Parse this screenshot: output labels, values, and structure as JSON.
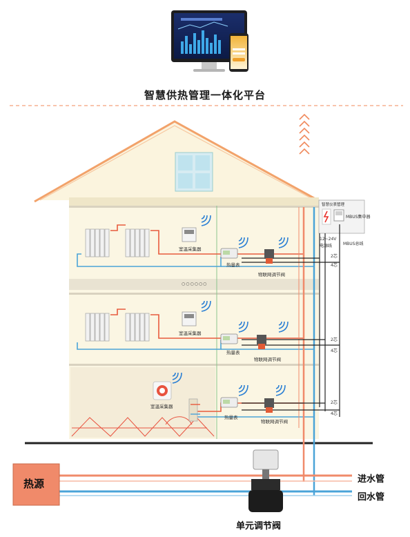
{
  "platform": {
    "title": "智慧供热管理一体化平台"
  },
  "floors": [
    {
      "room_collector": "室温采集器",
      "heat_meter": "热量表",
      "valve": "物联网调节阀",
      "wire_top": "2芯",
      "wire_bottom": "4芯"
    },
    {
      "room_collector": "室温采集器",
      "heat_meter": "热量表",
      "valve": "物联网调节阀",
      "wire_top": "2芯",
      "wire_bottom": "4芯"
    },
    {
      "room_collector": "室温采集器",
      "heat_meter": "热量表",
      "valve": "物联网调节阀",
      "wire_top": "2芯",
      "wire_bottom": "4芯"
    }
  ],
  "ellipsis": "○○○○○○",
  "control_box": {
    "title": "智慧仪表管理",
    "concentrator": "MBUS集中器",
    "power": "12~24V",
    "power_sub": "电源线",
    "bus": "MBUS总线"
  },
  "heat_source": "热源",
  "unit_valve": "单元调节阀",
  "pipes": {
    "inlet": "进水管",
    "return": "回水管"
  },
  "colors": {
    "hot": "#f47a55",
    "cold": "#4aa3d8",
    "roof": "#f5a46d",
    "wall": "#fbf6e3",
    "floor_heat": "#e8533f",
    "green": "#8cc68c"
  }
}
